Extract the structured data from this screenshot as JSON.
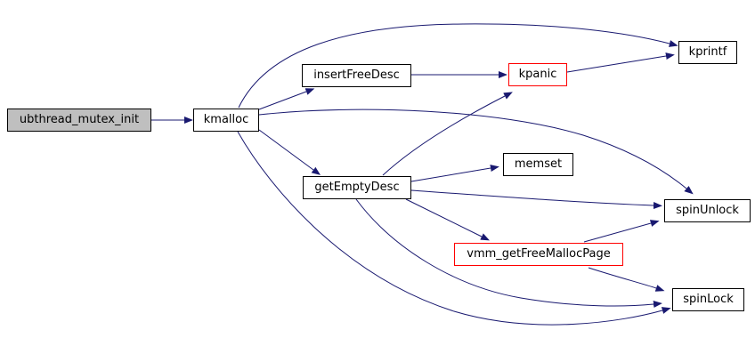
{
  "diagram": {
    "type": "call-graph",
    "background_color": "#ffffff",
    "edge_color": "#191970",
    "node_border_color": "#000000",
    "highlight_border_color": "#ff0000",
    "focus_node_fill": "#bfbfbf",
    "nodes": [
      {
        "id": "ubthread_mutex_init",
        "label": "ubthread_mutex_init",
        "style": "focus"
      },
      {
        "id": "kmalloc",
        "label": "kmalloc",
        "style": "normal"
      },
      {
        "id": "insertFreeDesc",
        "label": "insertFreeDesc",
        "style": "normal"
      },
      {
        "id": "kpanic",
        "label": "kpanic",
        "style": "highlight"
      },
      {
        "id": "kprintf",
        "label": "kprintf",
        "style": "normal"
      },
      {
        "id": "getEmptyDesc",
        "label": "getEmptyDesc",
        "style": "normal"
      },
      {
        "id": "memset",
        "label": "memset",
        "style": "normal"
      },
      {
        "id": "spinUnlock",
        "label": "spinUnlock",
        "style": "normal"
      },
      {
        "id": "vmm_getFreeMallocPage",
        "label": "vmm_getFreeMallocPage",
        "style": "highlight"
      },
      {
        "id": "spinLock",
        "label": "spinLock",
        "style": "normal"
      }
    ],
    "edges": [
      {
        "from": "ubthread_mutex_init",
        "to": "kmalloc"
      },
      {
        "from": "kmalloc",
        "to": "kprintf"
      },
      {
        "from": "kmalloc",
        "to": "insertFreeDesc"
      },
      {
        "from": "kmalloc",
        "to": "getEmptyDesc"
      },
      {
        "from": "kmalloc",
        "to": "spinUnlock"
      },
      {
        "from": "kmalloc",
        "to": "spinLock"
      },
      {
        "from": "insertFreeDesc",
        "to": "kpanic"
      },
      {
        "from": "kpanic",
        "to": "kprintf"
      },
      {
        "from": "getEmptyDesc",
        "to": "kpanic"
      },
      {
        "from": "getEmptyDesc",
        "to": "memset"
      },
      {
        "from": "getEmptyDesc",
        "to": "spinUnlock"
      },
      {
        "from": "getEmptyDesc",
        "to": "vmm_getFreeMallocPage"
      },
      {
        "from": "getEmptyDesc",
        "to": "spinLock"
      },
      {
        "from": "vmm_getFreeMallocPage",
        "to": "spinUnlock"
      },
      {
        "from": "vmm_getFreeMallocPage",
        "to": "spinLock"
      }
    ]
  }
}
